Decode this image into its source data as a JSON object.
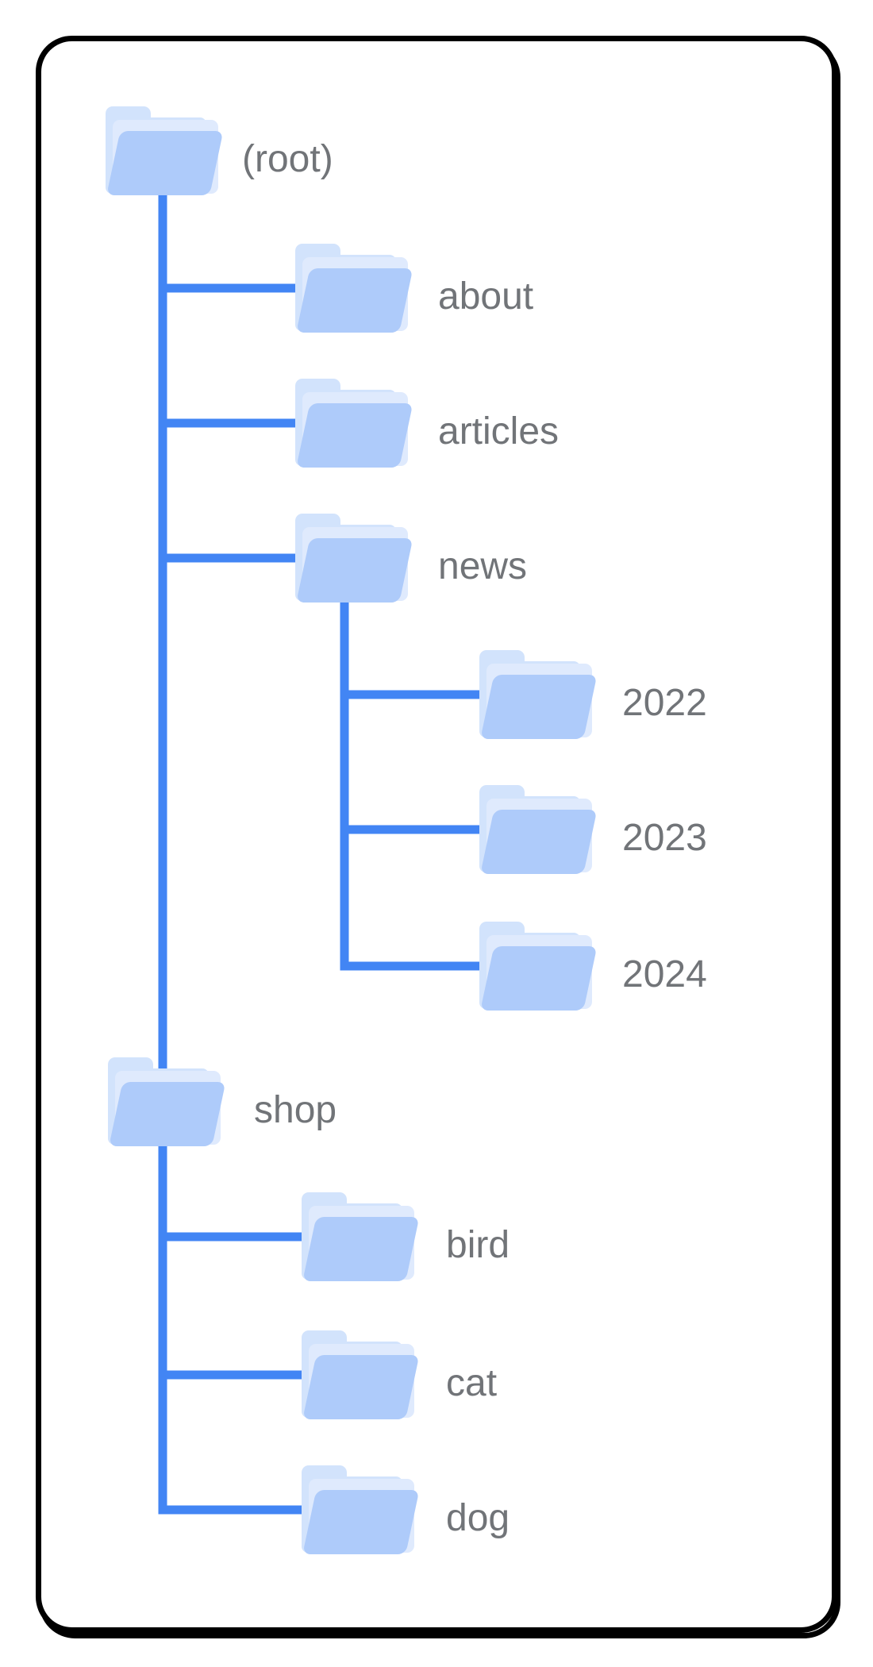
{
  "diagram": {
    "type": "site-structure-folder-tree",
    "nodes": {
      "root": {
        "label": "(root)"
      },
      "about": {
        "label": "about"
      },
      "articles": {
        "label": "articles"
      },
      "news": {
        "label": "news"
      },
      "y2022": {
        "label": "2022"
      },
      "y2023": {
        "label": "2023"
      },
      "y2024": {
        "label": "2024"
      },
      "shop": {
        "label": "shop"
      },
      "bird": {
        "label": "bird"
      },
      "cat": {
        "label": "cat"
      },
      "dog": {
        "label": "dog"
      }
    },
    "hierarchy": {
      "root": [
        "about",
        "articles",
        "news",
        "shop"
      ],
      "news": [
        "y2022",
        "y2023",
        "y2024"
      ],
      "shop": [
        "bird",
        "cat",
        "dog"
      ]
    },
    "colors": {
      "connector": "#4285f4",
      "folder_front": "#aecbfa",
      "folder_back": "#d2e3fc",
      "folder_flap": "#dfeafd",
      "label_text": "#717478",
      "card_border": "#000000",
      "background": "#ffffff"
    }
  }
}
